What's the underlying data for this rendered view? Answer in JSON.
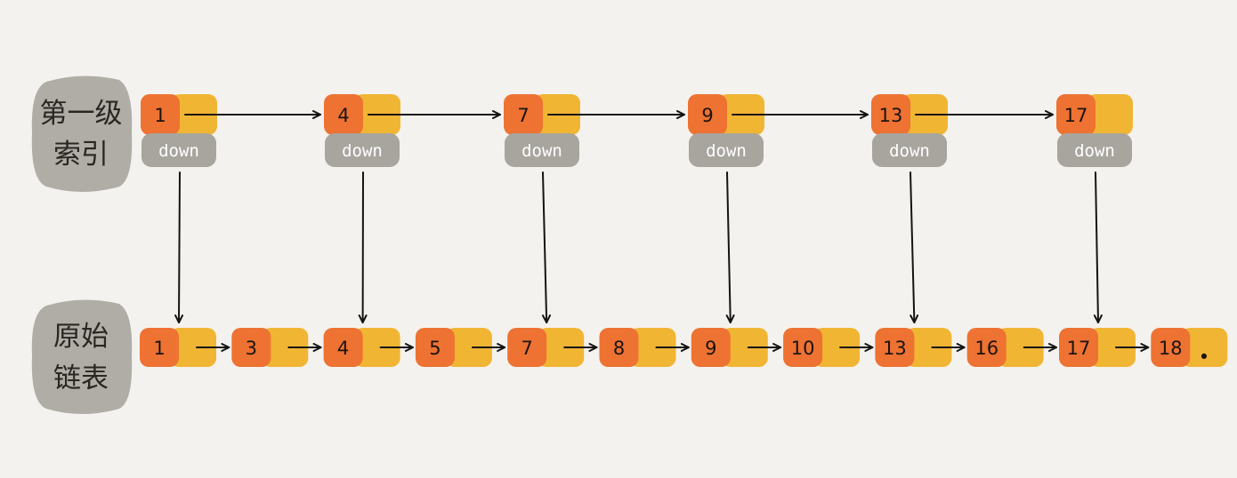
{
  "labels": {
    "index_level_1": [
      "第一级",
      "索引"
    ],
    "original_list": [
      "原始",
      "链表"
    ]
  },
  "index_level": {
    "nodes": [
      "1",
      "4",
      "7",
      "9",
      "13",
      "17"
    ],
    "down_label": "down"
  },
  "original_level": {
    "nodes": [
      "1",
      "3",
      "4",
      "5",
      "7",
      "8",
      "9",
      "10",
      "13",
      "16",
      "17",
      "18"
    ],
    "tail_marker": "•"
  },
  "colors": {
    "background": "#f4f2ee",
    "key_cell": "#ee7232",
    "next_cell": "#f1b534",
    "down_cell": "#a8a59f",
    "label_blob": "#b0ada7",
    "arrow": "#141414"
  }
}
